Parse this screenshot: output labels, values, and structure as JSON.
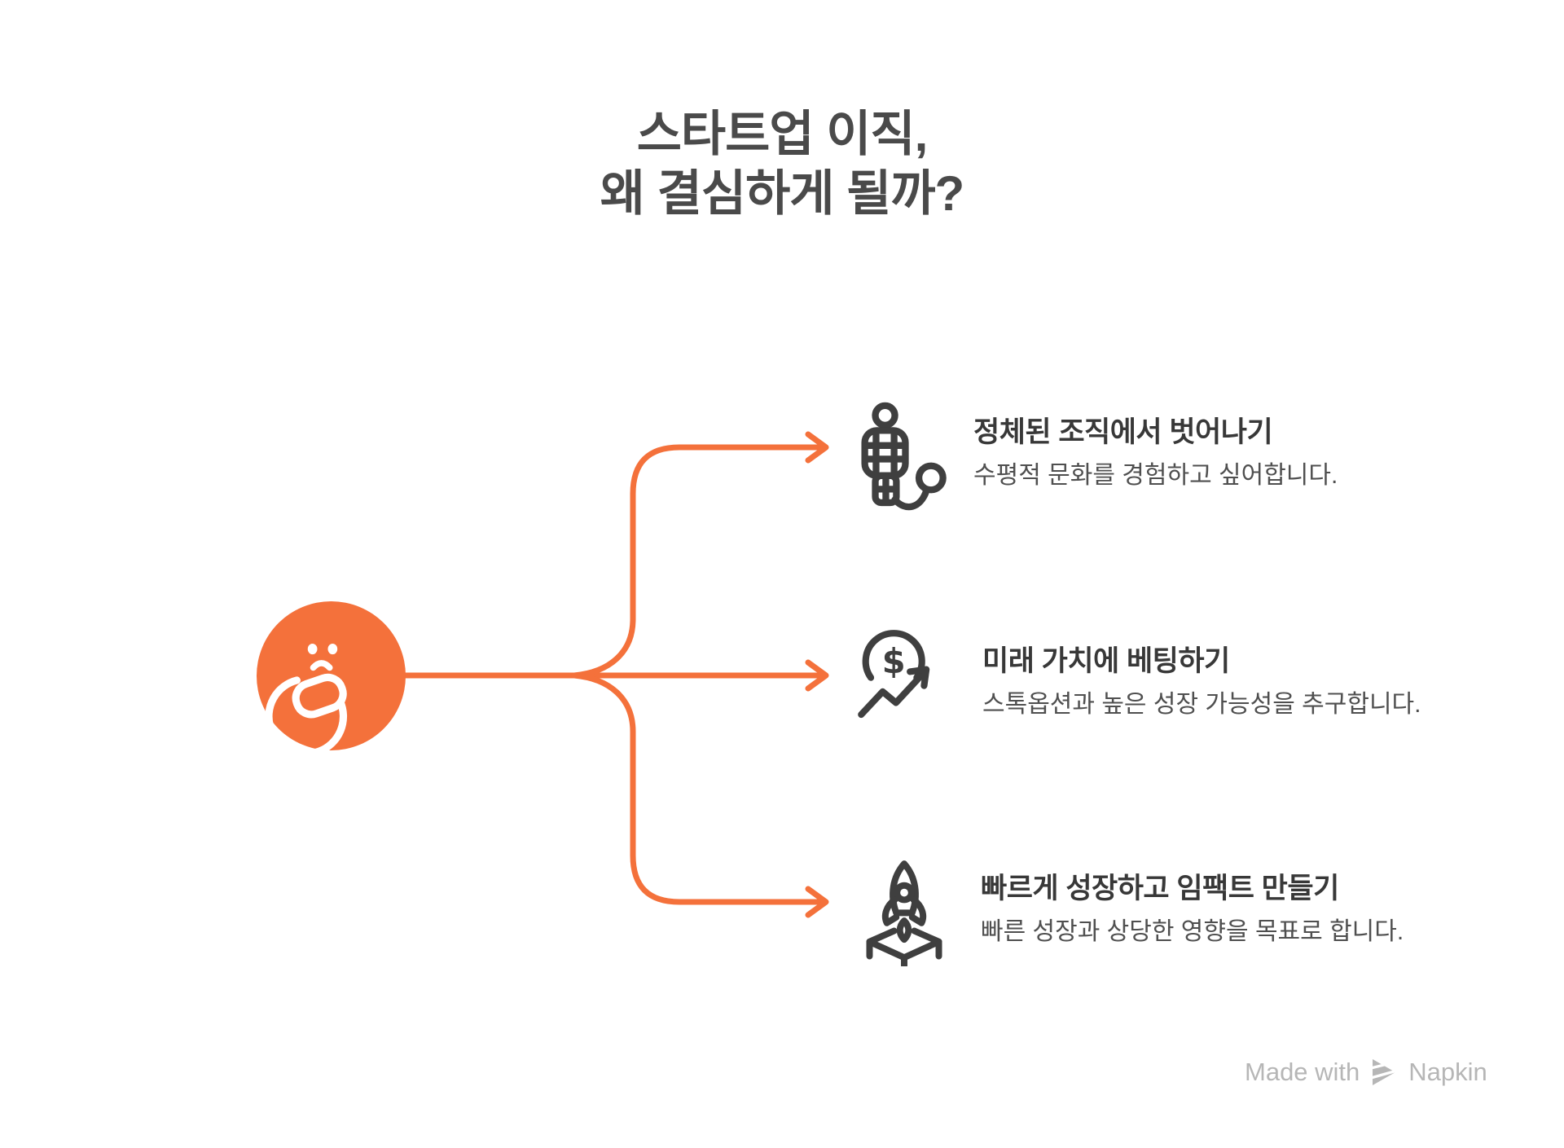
{
  "title": {
    "line1": "스타트업 이직,",
    "line2": "왜 결심하게 될까?"
  },
  "root": {
    "icon": "thinking-face"
  },
  "items": [
    {
      "icon": "stuck-person-ball-chain",
      "title": "정체된 조직에서 벗어나기",
      "description": "수평적 문화를 경험하고 싶어합니다."
    },
    {
      "icon": "dollar-growth",
      "icon_symbol": "$",
      "title": "미래 가치에 베팅하기",
      "description": "스톡옵션과 높은 성장 가능성을 추구합니다."
    },
    {
      "icon": "rocket-launch",
      "title": "빠르게 성장하고 임팩트 만들기",
      "description": "빠른 성장과 상당한 영향을 목표로 합니다."
    }
  ],
  "footer": {
    "made_with": "Made with",
    "brand": "Napkin"
  },
  "colors": {
    "accent_orange": "#F4713B",
    "dark_icon": "#3F3F3F",
    "heading_text": "#4A4A4A",
    "item_title_text": "#383838",
    "item_description_text": "#4F4F4F",
    "footer_text": "#B6B6B6",
    "background": "#FFFFFF"
  }
}
